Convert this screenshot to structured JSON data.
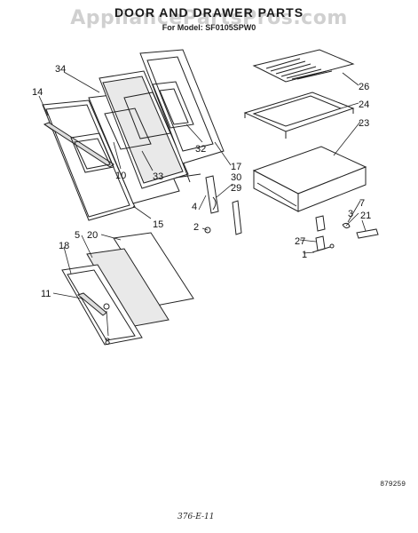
{
  "header": {
    "title": "DOOR AND DRAWER PARTS",
    "model_line": "For Model: SF0105SPW0",
    "watermark": "AppliancePartsPros.com"
  },
  "callouts": [
    {
      "id": "c34",
      "text": "34"
    },
    {
      "id": "c14",
      "text": "14"
    },
    {
      "id": "c10",
      "text": "10"
    },
    {
      "id": "c33",
      "text": "33"
    },
    {
      "id": "c32",
      "text": "32"
    },
    {
      "id": "c15",
      "text": "15"
    },
    {
      "id": "c17",
      "text": "17"
    },
    {
      "id": "c30",
      "text": "30"
    },
    {
      "id": "c29",
      "text": "29"
    },
    {
      "id": "c4",
      "text": "4"
    },
    {
      "id": "c2",
      "text": "2"
    },
    {
      "id": "c26",
      "text": "26"
    },
    {
      "id": "c24",
      "text": "24"
    },
    {
      "id": "c23",
      "text": "23"
    },
    {
      "id": "c7",
      "text": "7"
    },
    {
      "id": "c3",
      "text": "3"
    },
    {
      "id": "c21",
      "text": "21"
    },
    {
      "id": "c27",
      "text": "27"
    },
    {
      "id": "c1",
      "text": "1"
    },
    {
      "id": "c20",
      "text": "20"
    },
    {
      "id": "c5",
      "text": "5"
    },
    {
      "id": "c18",
      "text": "18"
    },
    {
      "id": "c11",
      "text": "11"
    },
    {
      "id": "c8",
      "text": "8"
    }
  ],
  "footer": {
    "drawing_code": "879259",
    "handwritten_note": "376-E-11"
  }
}
